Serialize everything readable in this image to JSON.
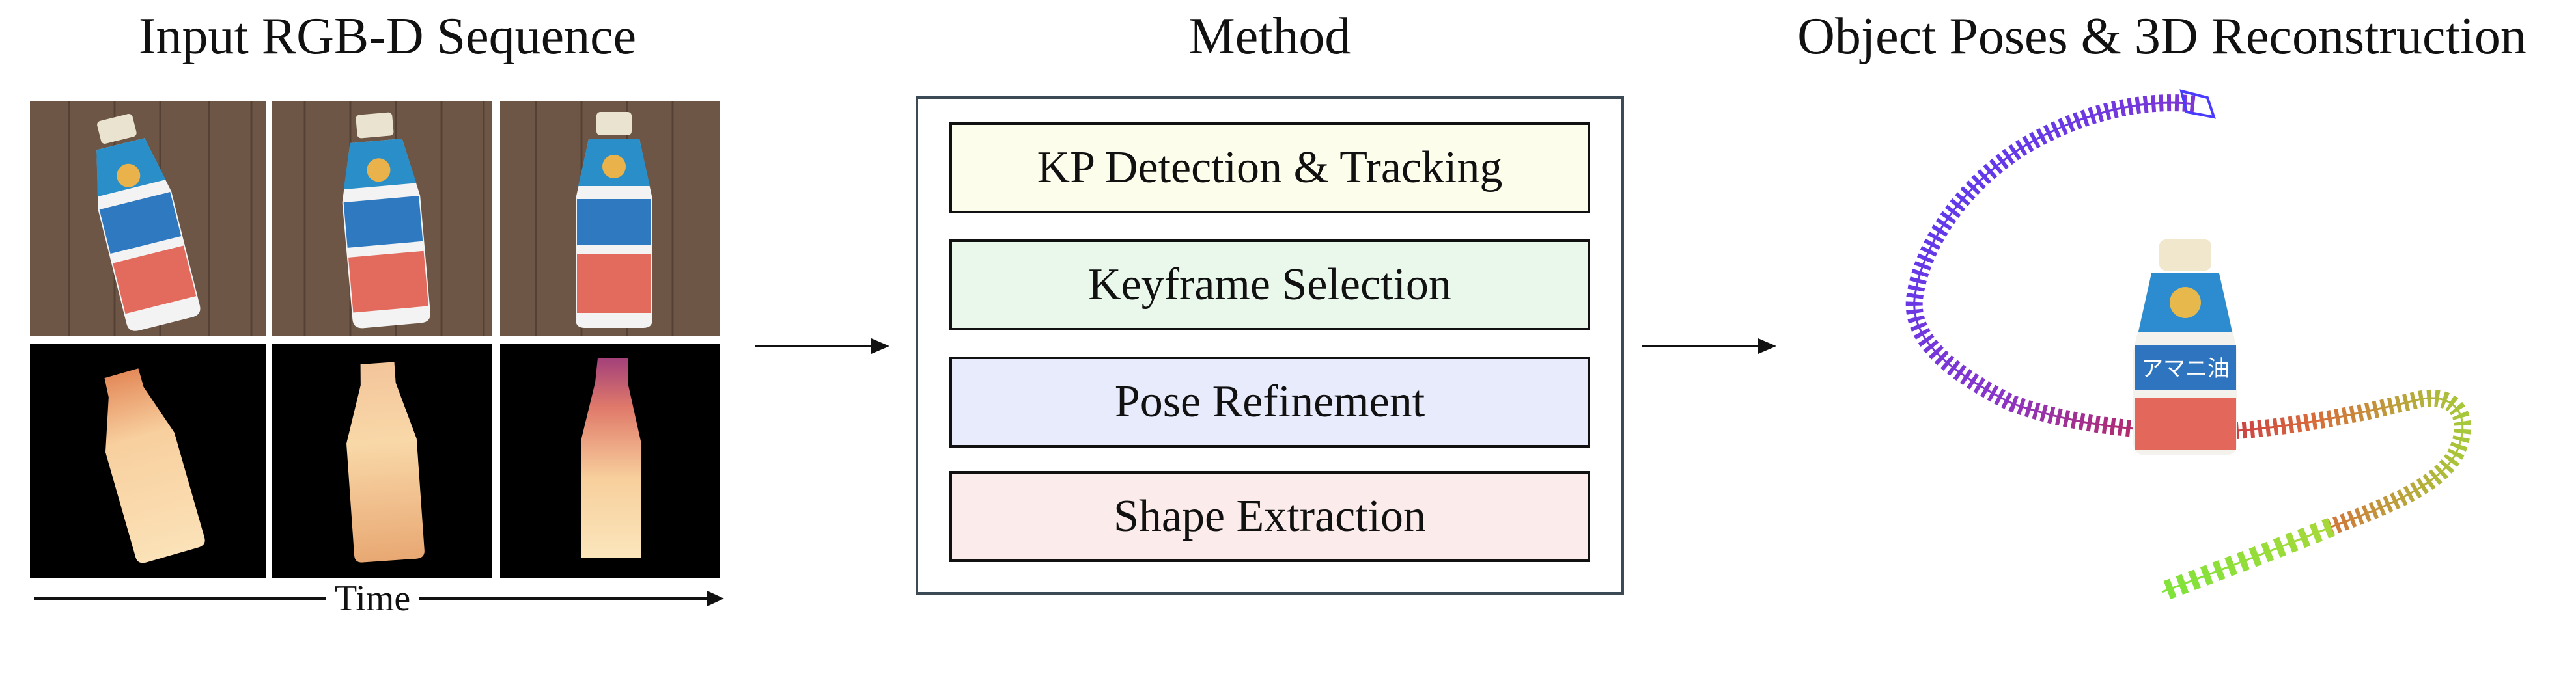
{
  "headings": {
    "input": "Input RGB-D Sequence",
    "method": "Method",
    "output": "Object Poses & 3D Reconstruction"
  },
  "time_label": "Time",
  "method_steps": [
    {
      "label": "KP Detection & Tracking",
      "color": "#fdfdeb"
    },
    {
      "label": "Keyframe Selection",
      "color": "#eaf8ec"
    },
    {
      "label": "Pose Refinement",
      "color": "#e8ebfb"
    },
    {
      "label": "Shape Extraction",
      "color": "#fbebea"
    }
  ],
  "bottle_label_text": "アマニ油",
  "colors": {
    "wood": "#6b5443",
    "depth_background": "#000000",
    "depth_bottle": "#f4c79b",
    "trajectory_start": "#4a3cff",
    "trajectory_mid": "#c2274b",
    "trajectory_end": "#7fe33a"
  },
  "rgb_frame_count": 3,
  "depth_frame_count": 3
}
